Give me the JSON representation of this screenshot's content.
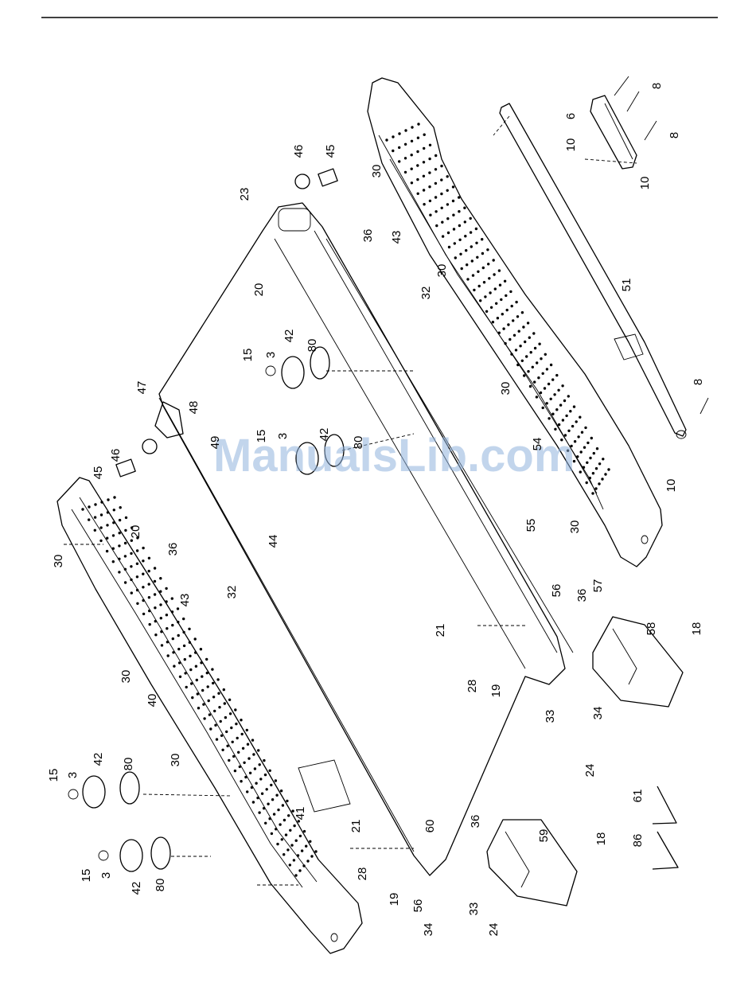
{
  "watermark": "ManualsLib.com",
  "callouts": [
    {
      "id": "c30a",
      "label": "30"
    },
    {
      "id": "c30b",
      "label": "30"
    },
    {
      "id": "c30c",
      "label": "30"
    },
    {
      "id": "c30d",
      "label": "30"
    },
    {
      "id": "c30e",
      "label": "30"
    },
    {
      "id": "c30f",
      "label": "30"
    },
    {
      "id": "c30g",
      "label": "30"
    },
    {
      "id": "c8a",
      "label": "8"
    },
    {
      "id": "c8b",
      "label": "8"
    },
    {
      "id": "c8c",
      "label": "8"
    },
    {
      "id": "c6",
      "label": "6"
    },
    {
      "id": "c10a",
      "label": "10"
    },
    {
      "id": "c10b",
      "label": "10"
    },
    {
      "id": "c10c",
      "label": "10"
    },
    {
      "id": "c51",
      "label": "51"
    },
    {
      "id": "c46a",
      "label": "46"
    },
    {
      "id": "c45a",
      "label": "45"
    },
    {
      "id": "c46b",
      "label": "46"
    },
    {
      "id": "c45b",
      "label": "45"
    },
    {
      "id": "c23",
      "label": "23"
    },
    {
      "id": "c36a",
      "label": "36"
    },
    {
      "id": "c36b",
      "label": "36"
    },
    {
      "id": "c36c",
      "label": "36"
    },
    {
      "id": "c36d",
      "label": "36"
    },
    {
      "id": "c43a",
      "label": "43"
    },
    {
      "id": "c43b",
      "label": "43"
    },
    {
      "id": "c32a",
      "label": "32"
    },
    {
      "id": "c32b",
      "label": "32"
    },
    {
      "id": "c20a",
      "label": "20"
    },
    {
      "id": "c20b",
      "label": "20"
    },
    {
      "id": "c15a",
      "label": "15"
    },
    {
      "id": "c15b",
      "label": "15"
    },
    {
      "id": "c15c",
      "label": "15"
    },
    {
      "id": "c15d",
      "label": "15"
    },
    {
      "id": "c3a",
      "label": "3"
    },
    {
      "id": "c3b",
      "label": "3"
    },
    {
      "id": "c3c",
      "label": "3"
    },
    {
      "id": "c3d",
      "label": "3"
    },
    {
      "id": "c42a",
      "label": "42"
    },
    {
      "id": "c42b",
      "label": "42"
    },
    {
      "id": "c42c",
      "label": "42"
    },
    {
      "id": "c42d",
      "label": "42"
    },
    {
      "id": "c80a",
      "label": "80"
    },
    {
      "id": "c80b",
      "label": "80"
    },
    {
      "id": "c80c",
      "label": "80"
    },
    {
      "id": "c80d",
      "label": "80"
    },
    {
      "id": "c47",
      "label": "47"
    },
    {
      "id": "c48",
      "label": "48"
    },
    {
      "id": "c49",
      "label": "49"
    },
    {
      "id": "c54",
      "label": "54"
    },
    {
      "id": "c55",
      "label": "55"
    },
    {
      "id": "c44",
      "label": "44"
    },
    {
      "id": "c40",
      "label": "40"
    },
    {
      "id": "c41",
      "label": "41"
    },
    {
      "id": "c56a",
      "label": "56"
    },
    {
      "id": "c56b",
      "label": "56"
    },
    {
      "id": "c57",
      "label": "57"
    },
    {
      "id": "c58",
      "label": "58"
    },
    {
      "id": "c59",
      "label": "59"
    },
    {
      "id": "c60",
      "label": "60"
    },
    {
      "id": "c21a",
      "label": "21"
    },
    {
      "id": "c21b",
      "label": "21"
    },
    {
      "id": "c18a",
      "label": "18"
    },
    {
      "id": "c18b",
      "label": "18"
    },
    {
      "id": "c28a",
      "label": "28"
    },
    {
      "id": "c28b",
      "label": "28"
    },
    {
      "id": "c19a",
      "label": "19"
    },
    {
      "id": "c19b",
      "label": "19"
    },
    {
      "id": "c33a",
      "label": "33"
    },
    {
      "id": "c33b",
      "label": "33"
    },
    {
      "id": "c34a",
      "label": "34"
    },
    {
      "id": "c34b",
      "label": "34"
    },
    {
      "id": "c24a",
      "label": "24"
    },
    {
      "id": "c24b",
      "label": "24"
    },
    {
      "id": "c61",
      "label": "61"
    },
    {
      "id": "c86",
      "label": "86"
    }
  ]
}
